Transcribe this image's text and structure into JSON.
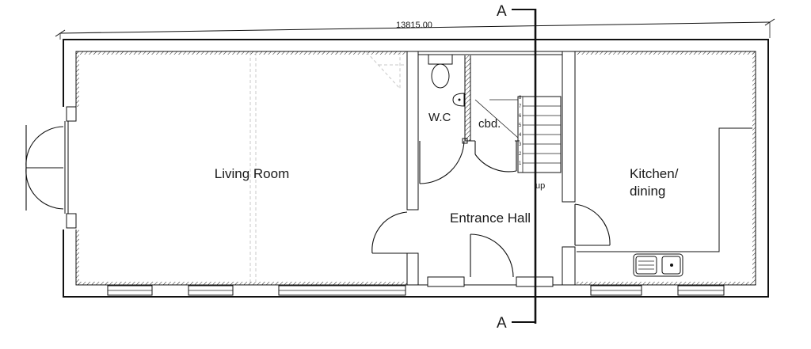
{
  "dimension": {
    "overall": "13815.00"
  },
  "section_marker": {
    "top": "A",
    "bottom": "A"
  },
  "rooms": {
    "living": "Living Room",
    "wc": "W.C",
    "cupboard": "cbd.",
    "entrance": "Entrance Hall",
    "kitchen_line1": "Kitchen/",
    "kitchen_line2": "dining"
  },
  "stair": {
    "direction": "up",
    "step_numbers": [
      "8",
      "7",
      "6",
      "5",
      "4",
      "3",
      "2",
      "1"
    ]
  }
}
